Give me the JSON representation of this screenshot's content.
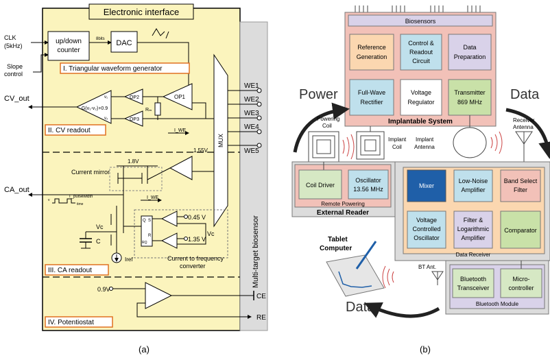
{
  "colors": {
    "yellow_panel": "#fbf4bd",
    "orange_label": "#e07020",
    "gray_strip": "#dcdcdc",
    "pink_block": "#f2c1b8",
    "lavender": "#d9d2e9",
    "peach": "#fbd7b0",
    "light_green": "#d6e8c4",
    "light_blue": "#bfe0ec",
    "dark_blue": "#1f5fa8",
    "green_block": "#c9e1a8"
  },
  "panel_a": {
    "title": "Electronic interface",
    "side_label": "Multi-target biosensor",
    "clk": "CLK",
    "clk_freq": "(5kHz)",
    "slope1": "Slope",
    "slope2": "control",
    "counter1": "up/down",
    "counter2": "counter",
    "bits": "8bits",
    "dac": "DAC",
    "sec1": "I. Triangular waveform generator",
    "sec2": "II. CV readout",
    "sec3": "III. CA readout",
    "sec4": "IV. Potentiostat",
    "cv_out": "CV_out",
    "ca_out": "CA_out",
    "gain": "G(v₁-v₂)+0.9",
    "v1": "v₁",
    "v2": "v₂",
    "op1": "OP1",
    "op2": "OP2",
    "op3": "OP3",
    "rm": "Rₘ",
    "iwe1": "I_WE",
    "iwe2": "I_WE",
    "mux": "MUX",
    "we1": "WE1",
    "we2": "WE2",
    "we3": "WE3",
    "we4": "WE4",
    "we5": "WE5",
    "v18": "1.8V",
    "current_mirror": "Current mirror",
    "v155": "1.55V",
    "pulse_v": "v",
    "pulse_t": "T_pulsewidth",
    "pulse_time": "time",
    "vc1": "Vc",
    "vc2": "Vc",
    "cap": "C",
    "q": "Q",
    "s": "S",
    "r": "R",
    "qbar": "RQ",
    "v045": "0.45 V",
    "v135": "1.35 V",
    "iref": "Iref",
    "ctf1": "Current to frequency",
    "ctf2": "converter",
    "v09": "0.9V",
    "ce": "CE",
    "re": "RE",
    "caption": "(a)"
  },
  "panel_b": {
    "biosensors": "Biosensors",
    "ref_gen": "Reference Generation",
    "control": "Control & Readout Circuit",
    "data_prep": "Data Preparation",
    "rectifier": "Full-Wave Rectifier",
    "regulator": "Voltage Regulator",
    "transmitter": "Transmitter 869 MHz",
    "implantable": "Implantable System",
    "power": "Power",
    "data_top": "Data",
    "powering_coil": "Powering Coil",
    "implant_coil": "Implant Coil",
    "implant_antenna": "Implant Antenna",
    "receiver_antenna": "Receiver Antenna",
    "coil_driver": "Coil Driver",
    "oscillator": "Oscillator 13.56 MHz",
    "remote_powering": "Remote Powering",
    "external_reader": "External Reader",
    "mixer": "Mixer",
    "lna": "Low-Noise Amplifier",
    "band_select": "Band Select Filter",
    "vco": "Voltage Controlled Oscillator",
    "filter_log": "Filter & Logarithmic Amplifier",
    "comparator": "Comparator",
    "data_receiver": "Data Receiver",
    "tablet": "Tablet Computer",
    "bt_ant": "BT Ant.",
    "bt_transceiver": "Bluetooth Transceiver",
    "microcontroller": "Micro-controller",
    "bt_module": "Bluetooth Module",
    "data_bottom": "Data",
    "caption": "(b)"
  }
}
